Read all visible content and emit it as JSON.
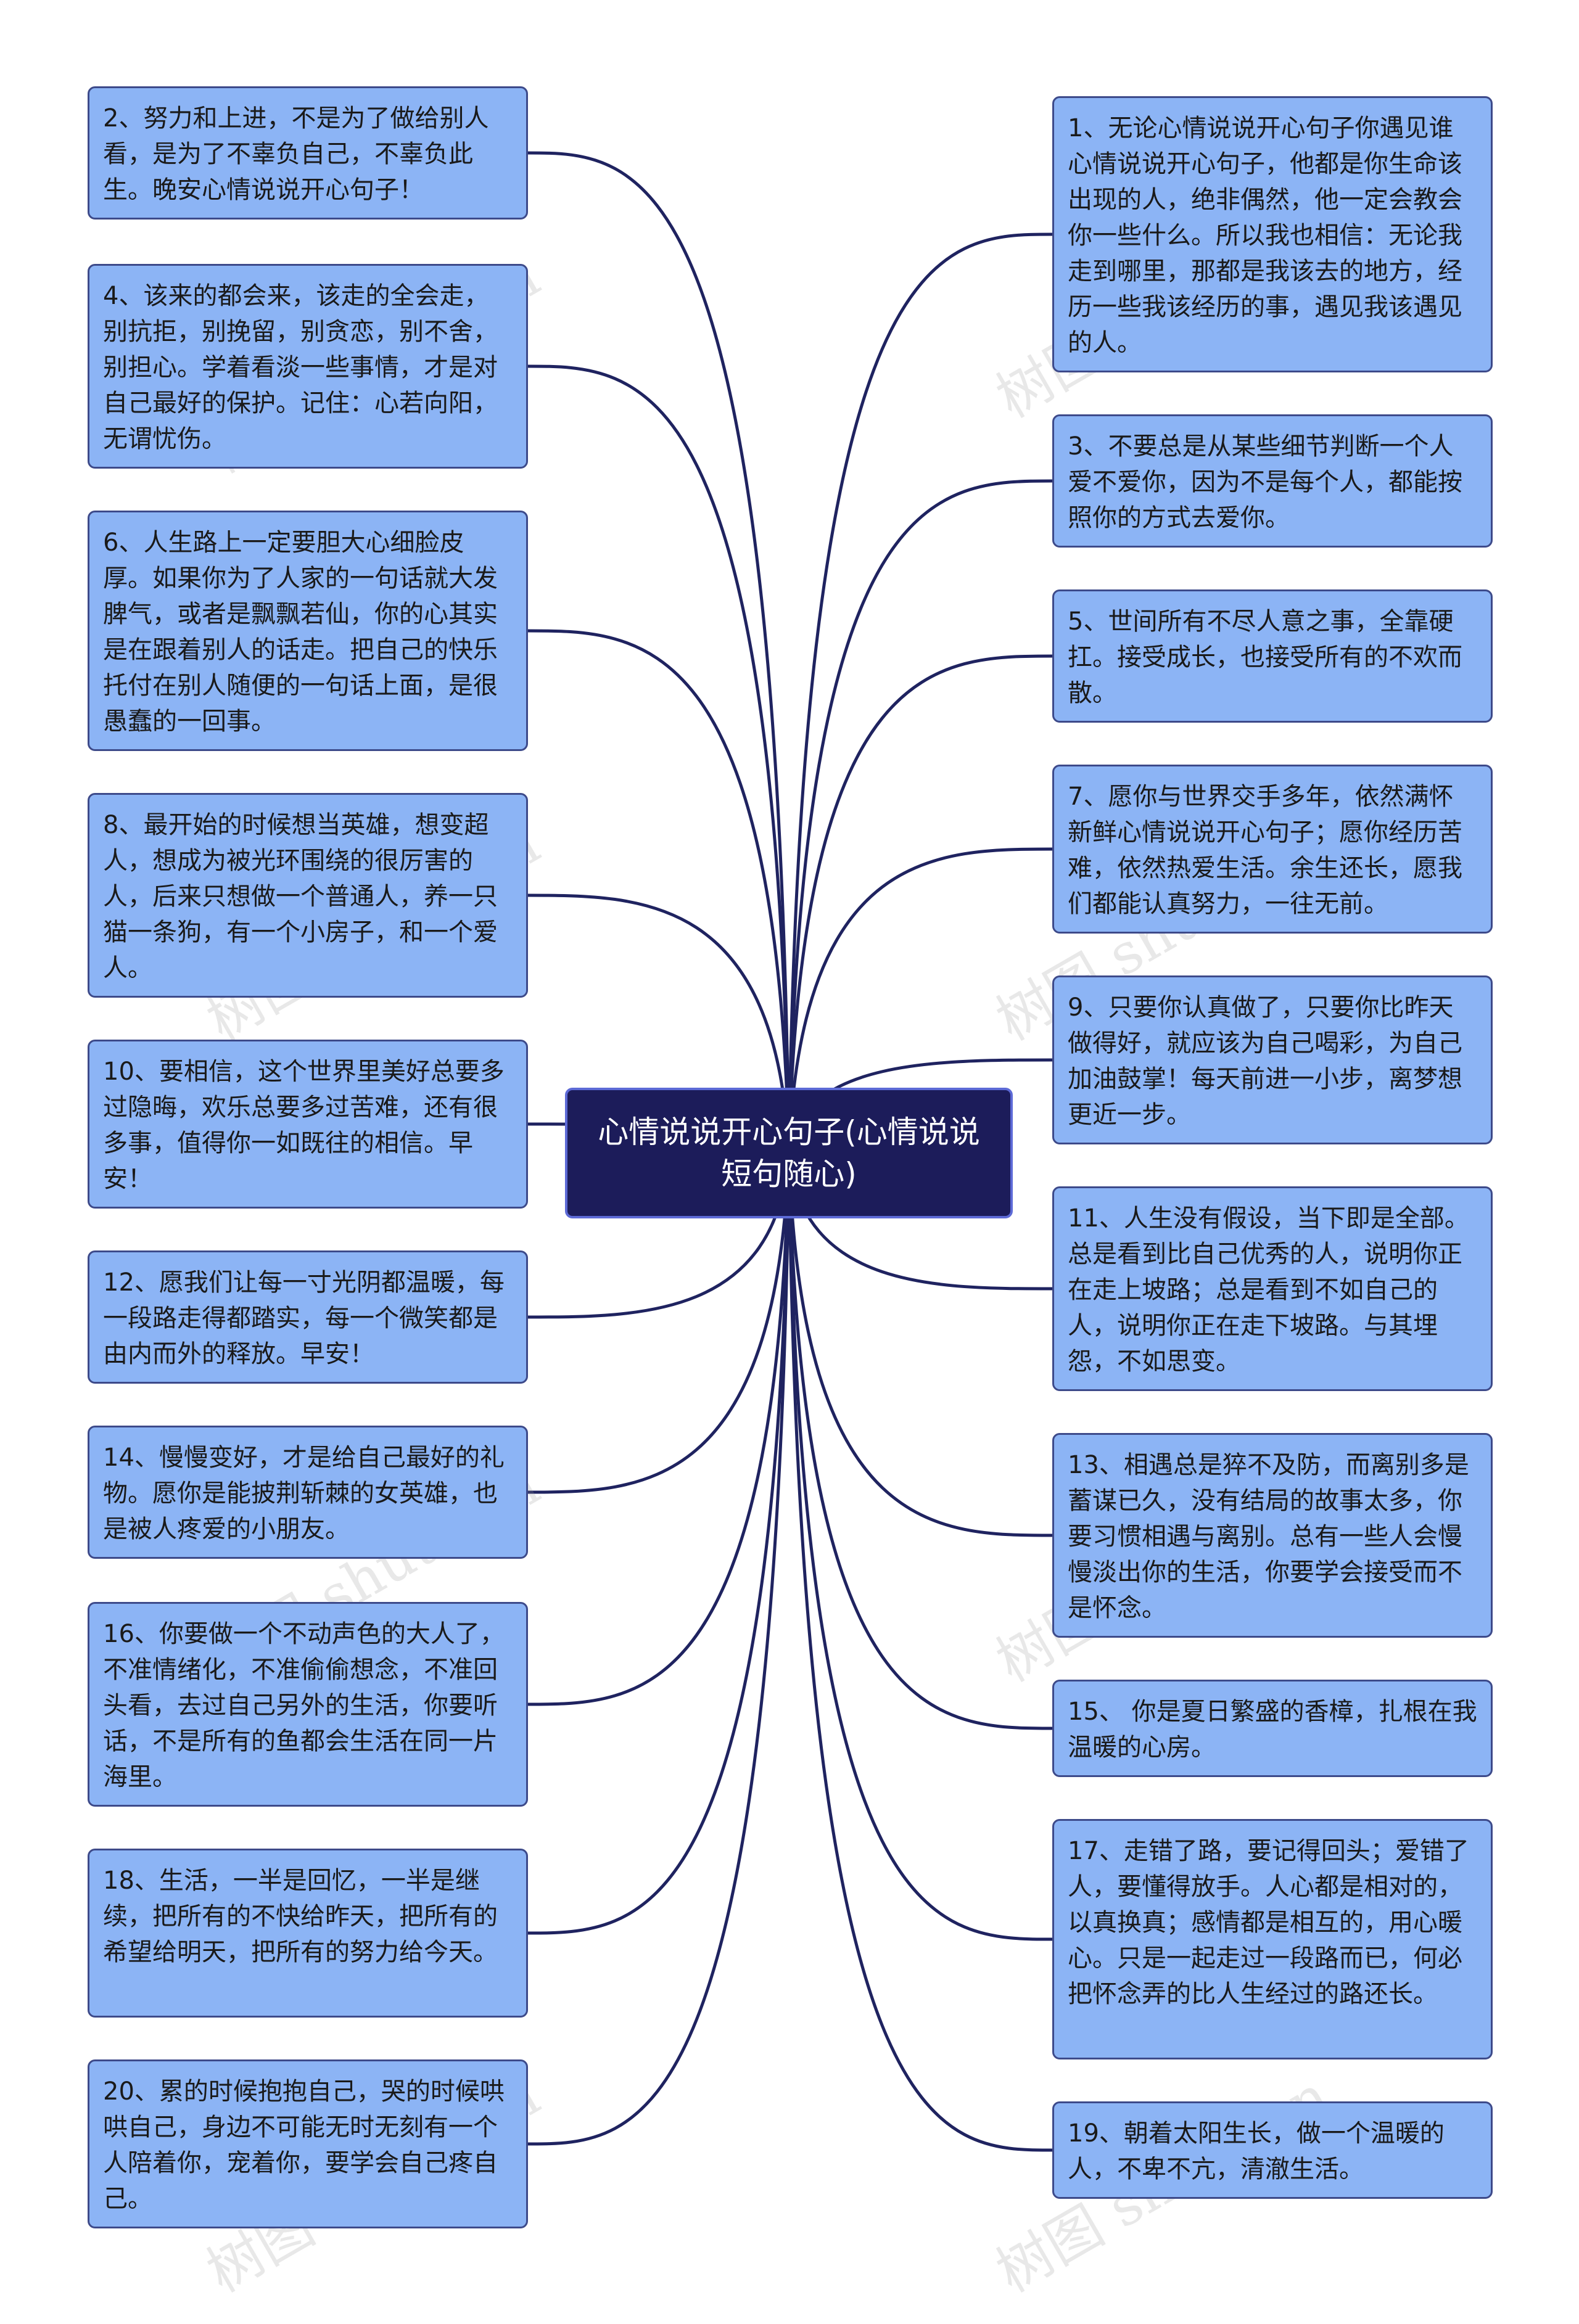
{
  "root": {
    "label": "心情说说开心句子(心情说说短句随心)"
  },
  "watermark": "树图 shutu.cn",
  "colors": {
    "node_fill": "#8cb4f5",
    "node_border": "#3d4a8a",
    "root_fill": "#1c1c5a",
    "link": "#1f2360"
  },
  "left_nodes": [
    {
      "text": "2、努力和上进，不是为了做给别人看，是为了不辜负自己，不辜负此生。晚安心情说说开心句子！"
    },
    {
      "text": "4、该来的都会来，该走的全会走，别抗拒，别挽留，别贪恋，别不舍，别担心。学着看淡一些事情，才是对自己最好的保护。记住：心若向阳，无谓忧伤。"
    },
    {
      "text": "6、人生路上一定要胆大心细脸皮厚。如果你为了人家的一句话就大发脾气，或者是飘飘若仙，你的心其实是在跟着别人的话走。把自己的快乐托付在别人随便的一句话上面，是很愚蠢的一回事。"
    },
    {
      "text": "8、最开始的时候想当英雄，想变超人，想成为被光环围绕的很厉害的人，后来只想做一个普通人，养一只猫一条狗，有一个小房子，和一个爱人。"
    },
    {
      "text": "10、要相信，这个世界里美好总要多过隐晦，欢乐总要多过苦难，还有很多事，值得你一如既往的相信。早安！"
    },
    {
      "text": "12、愿我们让每一寸光阴都温暖，每一段路走得都踏实，每一个微笑都是由内而外的释放。早安！"
    },
    {
      "text": "14、慢慢变好，才是给自己最好的礼物。愿你是能披荆斩棘的女英雄，也是被人疼爱的小朋友。"
    },
    {
      "text": "16、你要做一个不动声色的大人了，不准情绪化，不准偷偷想念，不准回头看，去过自己另外的生活，你要听话，不是所有的鱼都会生活在同一片海里。"
    },
    {
      "text": "18、生活，一半是回忆，一半是继续，把所有的不快给昨天，把所有的希望给明天，把所有的努力给今天。"
    },
    {
      "text": "20、累的时候抱抱自己，哭的时候哄哄自己，身边不可能无时无刻有一个人陪着你，宠着你，要学会自己疼自己。"
    }
  ],
  "right_nodes": [
    {
      "text": "1、无论心情说说开心句子你遇见谁心情说说开心句子，他都是你生命该出现的人，绝非偶然，他一定会教会你一些什么。所以我也相信：无论我走到哪里，那都是我该去的地方，经历一些我该经历的事，遇见我该遇见的人。"
    },
    {
      "text": "3、不要总是从某些细节判断一个人爱不爱你，因为不是每个人，都能按照你的方式去爱你。"
    },
    {
      "text": "5、世间所有不尽人意之事，全靠硬扛。接受成长，也接受所有的不欢而散。"
    },
    {
      "text": "7、愿你与世界交手多年，依然满怀新鲜心情说说开心句子；愿你经历苦难，依然热爱生活。余生还长，愿我们都能认真努力，一往无前。"
    },
    {
      "text": "9、只要你认真做了，只要你比昨天做得好，就应该为自己喝彩，为自己加油鼓掌！每天前进一小步，离梦想更近一步。"
    },
    {
      "text": "11、人生没有假设，当下即是全部。总是看到比自己优秀的人，说明你正在走上坡路；总是看到不如自己的人，说明你正在走下坡路。与其埋怨，不如思变。"
    },
    {
      "text": "13、相遇总是猝不及防，而离别多是蓄谋已久，没有结局的故事太多，你要习惯相遇与离别。总有一些人会慢慢淡出你的生活，你要学会接受而不是怀念。"
    },
    {
      "text": "15、 你是夏日繁盛的香樟，扎根在我温暖的心房。"
    },
    {
      "text": "17、走错了路，要记得回头；爱错了人，要懂得放手。人心都是相对的，以真换真；感情都是相互的，用心暖心。只是一起走过一段路而已，何必把怀念弄的比人生经过的路还长。"
    },
    {
      "text": "19、朝着太阳生长，做一个温暖的人，不卑不亢，清澈生活。"
    }
  ]
}
